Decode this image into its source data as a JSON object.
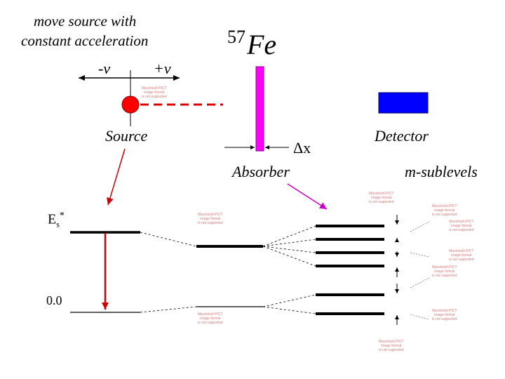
{
  "top_label": {
    "line1": "move source with",
    "line2": "constant acceleration"
  },
  "isotope": {
    "mass": "57",
    "symbol": "Fe"
  },
  "velocity": {
    "minus": "-v",
    "plus": "+v"
  },
  "labels": {
    "source": "Source",
    "detector": "Detector",
    "thickness": "Δx",
    "absorber": "Absorber",
    "m_sublevels": "m-sublevels"
  },
  "levels": {
    "excited_base": "E",
    "excited_sub": "s",
    "excited_sup": "*",
    "ground": "0.0"
  },
  "placeholders": {
    "line1": "Macintosh PICT",
    "line2": "image format",
    "line3": "is not supported"
  },
  "colors": {
    "source": "#ff0000",
    "absorber": "#ff00ff",
    "detector": "#0000ff",
    "arrow_red": "#cc0000",
    "arrow_magenta": "#cc00cc",
    "dashed_red": "#dd0000"
  }
}
